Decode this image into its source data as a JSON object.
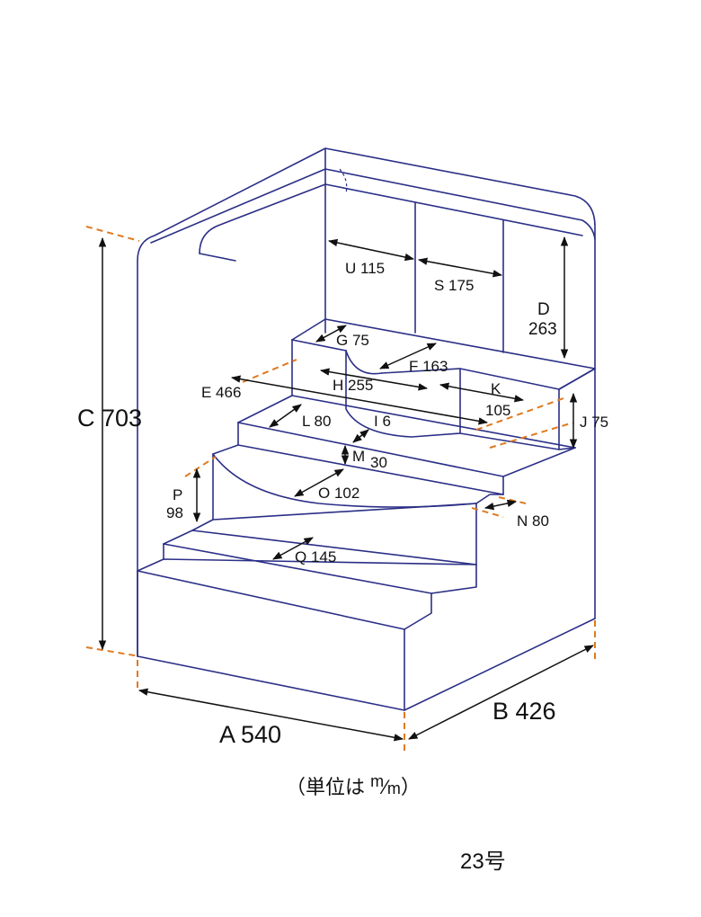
{
  "colors": {
    "outline": "#2b2f86",
    "guide": "#e07a1f",
    "text": "#111111"
  },
  "dimensions": {
    "A": "A 540",
    "B": "B 426",
    "C": "C 703",
    "D_letter": "D",
    "D_value": "263",
    "E": "E 466",
    "F": "F 163",
    "G": "G 75",
    "H": "H 255",
    "I": "I  6",
    "J": "J 75",
    "K_letter": "K",
    "K_value": "105",
    "L": "L 80",
    "M_letter": "M",
    "M_value": "30",
    "N": "N 80",
    "O": "O 102",
    "P_letter": "P",
    "P_value": "98",
    "Q": "Q 145",
    "S": "S 175",
    "U": "U 115"
  },
  "unit_note": {
    "open": "（単位は ",
    "num": "m",
    "slash": "⁄",
    "den": "m",
    "close": "）"
  },
  "model_number": "23号"
}
